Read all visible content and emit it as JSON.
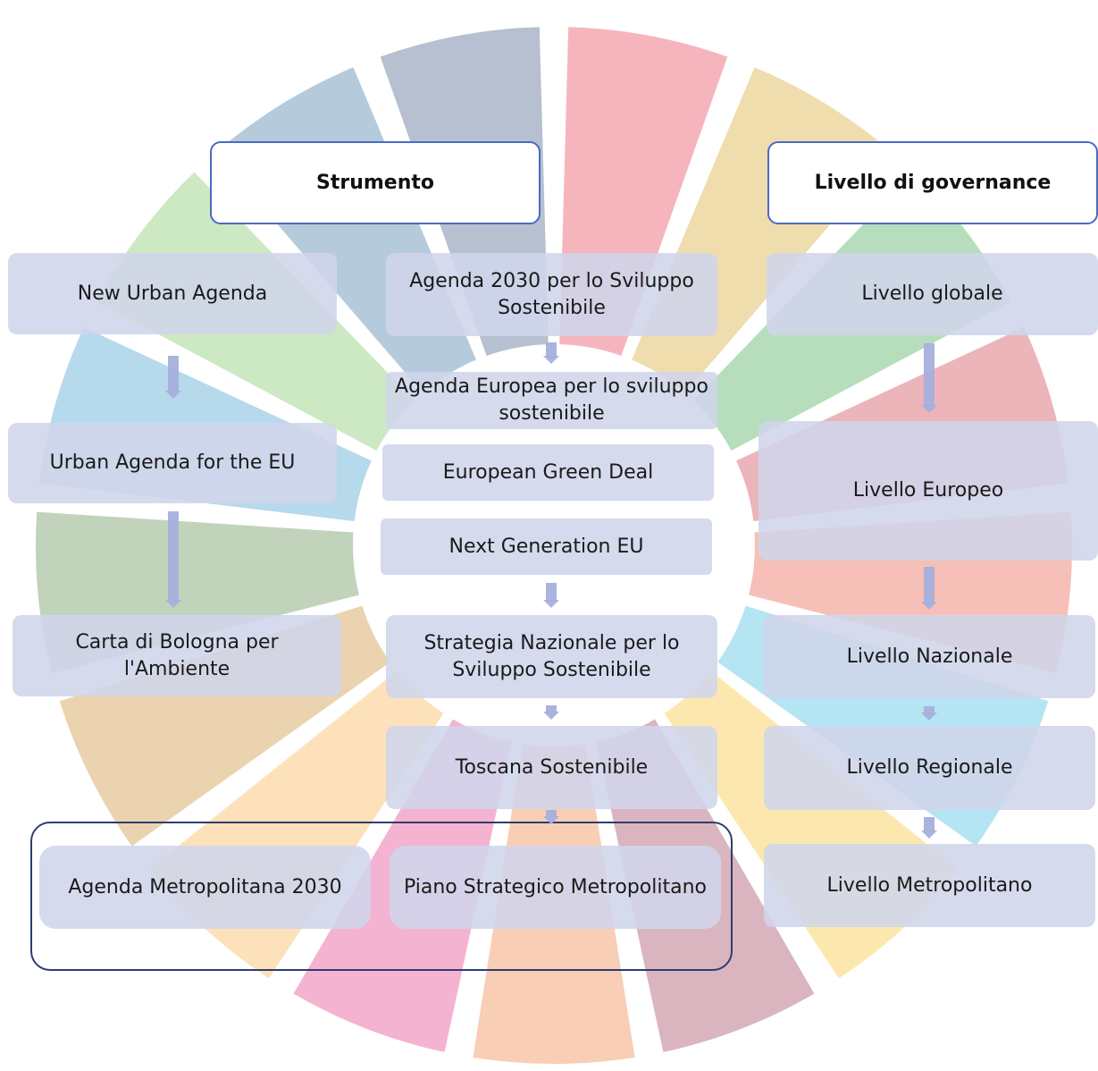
{
  "headers": {
    "strumento": "Strumento",
    "governance": "Livello di governance"
  },
  "left_column": [
    "New Urban Agenda",
    "Urban Agenda for the EU",
    "Carta di Bologna per l'Ambiente"
  ],
  "center_column": [
    "Agenda 2030 per lo Sviluppo Sostenibile",
    "Agenda Europea per lo sviluppo sostenibile",
    "European Green Deal",
    "Next Generation EU",
    "Strategia Nazionale per lo Sviluppo Sostenibile",
    "Toscana Sostenibile"
  ],
  "metropolitan_group": [
    "Agenda Metropolitana 2030",
    "Piano Strategico Metropolitano"
  ],
  "right_column": [
    "Livello globale",
    "Livello Europeo",
    "Livello Nazionale",
    "Livello Regionale",
    "Livello Metropolitano"
  ],
  "colors": {
    "box_fill": "#d0d5ea",
    "header_border": "#4a6ac4",
    "group_border": "#2e3d6e",
    "arrow": "#a5b0dc",
    "wheel_segments": [
      "#f5a8b0",
      "#ecd7a0",
      "#a9d8b0",
      "#e8a8ae",
      "#f5b4aa",
      "#a8dff0",
      "#fbe4a0",
      "#d4a8b4",
      "#f7c5a8",
      "#f2a6c8",
      "#fcdcae",
      "#e6cba0",
      "#b6cbaf",
      "#a9d2e8",
      "#c4e5b8",
      "#a8c2d6",
      "#a9b5c8"
    ]
  }
}
